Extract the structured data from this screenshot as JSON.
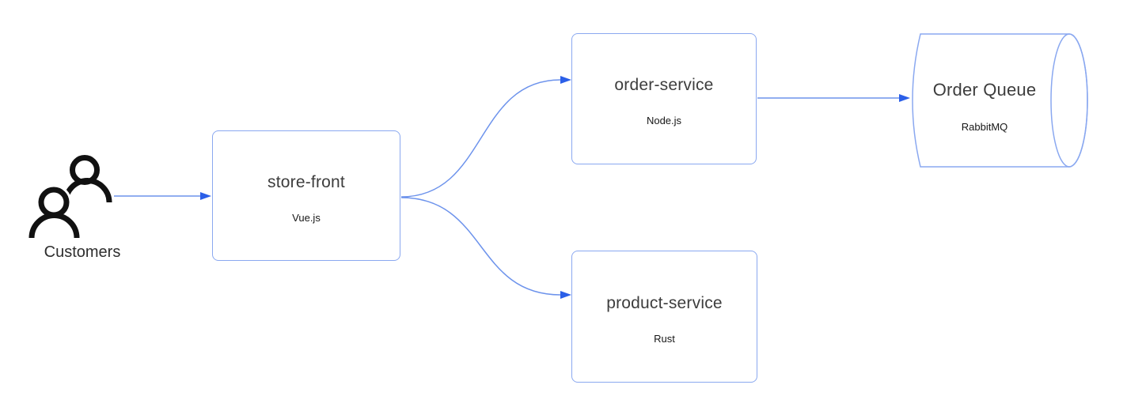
{
  "diagram": {
    "type": "architecture-flow",
    "nodes": {
      "customers": {
        "label": "Customers",
        "shape": "people-icon"
      },
      "store_front": {
        "title": "store-front",
        "subtitle": "Vue.js",
        "shape": "rounded-rect"
      },
      "order_service": {
        "title": "order-service",
        "subtitle": "Node.js",
        "shape": "rounded-rect"
      },
      "product_service": {
        "title": "product-service",
        "subtitle": "Rust",
        "shape": "rounded-rect"
      },
      "order_queue": {
        "title": "Order Queue",
        "subtitle": "RabbitMQ",
        "shape": "horizontal-cylinder"
      }
    },
    "edges": [
      {
        "from": "customers",
        "to": "store_front",
        "style": "straight-arrow"
      },
      {
        "from": "store_front",
        "to": "order_service",
        "style": "curved-arrow"
      },
      {
        "from": "store_front",
        "to": "product_service",
        "style": "curved-arrow"
      },
      {
        "from": "order_service",
        "to": "order_queue",
        "style": "straight-arrow"
      }
    ]
  },
  "colors": {
    "box_border": "#8aa8f0",
    "edge_line": "#6d93ec",
    "arrowhead": "#2b5fe8",
    "icon_color": "#111111",
    "title_color": "#3d3d3d",
    "subtitle_color": "#161616",
    "canvas_bg": "#ffffff"
  }
}
